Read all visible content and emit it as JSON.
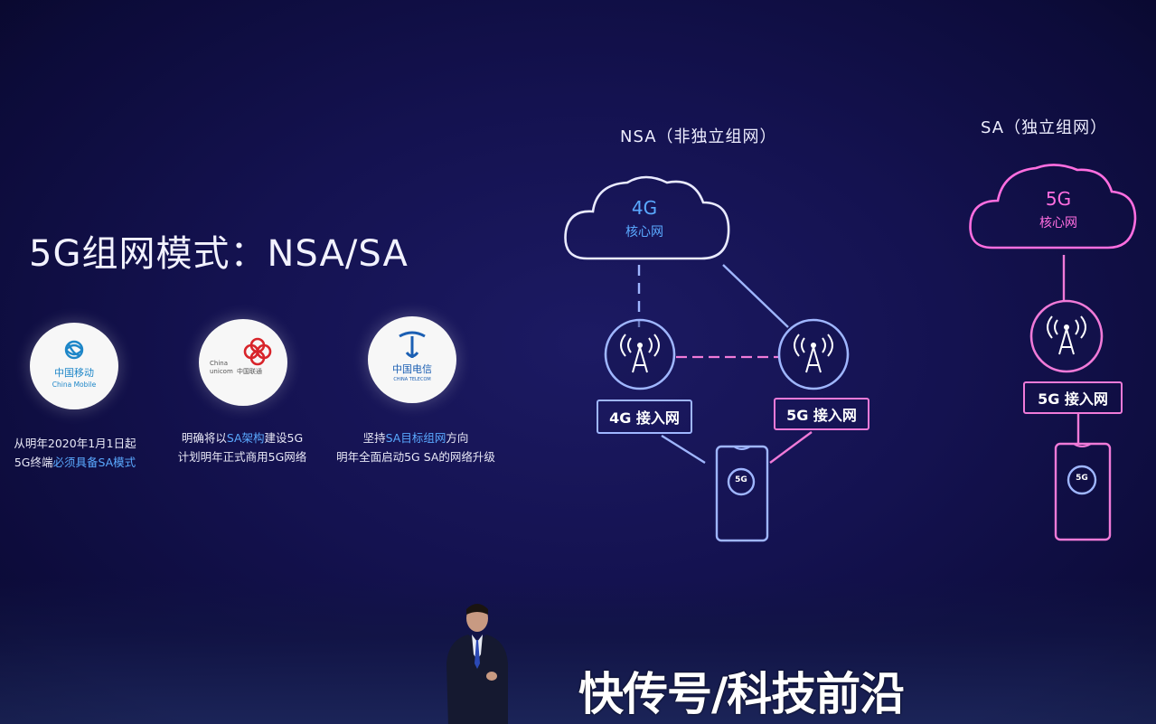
{
  "slide": {
    "title": "5G组网模式：NSA/SA",
    "operators": [
      {
        "logo_text": "中国移动",
        "logo_subtext": "China Mobile",
        "caption_line1": "从明年2020年1月1日起",
        "caption_line2_prefix": "5G终端",
        "caption_line2_highlight": "必须具备SA模式",
        "caption_line2_suffix": ""
      },
      {
        "logo_text_en1": "China",
        "logo_text_en2": "unicom",
        "logo_text_cn": "中国联通",
        "caption_line1_prefix": "明确将以",
        "caption_line1_highlight": "SA架构",
        "caption_line1_suffix": "建设5G",
        "caption_line2": "计划明年正式商用5G网络"
      },
      {
        "logo_text": "中国电信",
        "logo_subtext": "CHINA TELECOM",
        "caption_line1_prefix": "坚持",
        "caption_line1_highlight": "SA目标组网",
        "caption_line1_suffix": "方向",
        "caption_line2": "明年全面启动5G SA的网络升级"
      }
    ],
    "nsa": {
      "heading": "NSA（非独立组网）",
      "cloud_line1": "4G",
      "cloud_line2": "核心网",
      "box_4g": "4G 接入网",
      "box_5g": "5G 接入网",
      "phone_badge": "5G"
    },
    "sa": {
      "heading": "SA（独立组网）",
      "cloud_line1": "5G",
      "cloud_line2": "核心网",
      "box_5g": "5G 接入网",
      "phone_badge": "5G"
    }
  },
  "watermark": "快传号/科技前沿",
  "colors": {
    "blue_line": "#9fb6ff",
    "pink_line": "#f07ad8",
    "highlight": "#5aa9ff",
    "white_cloud": "#e9eaff",
    "pink_cloud": "#ff6ee0"
  }
}
